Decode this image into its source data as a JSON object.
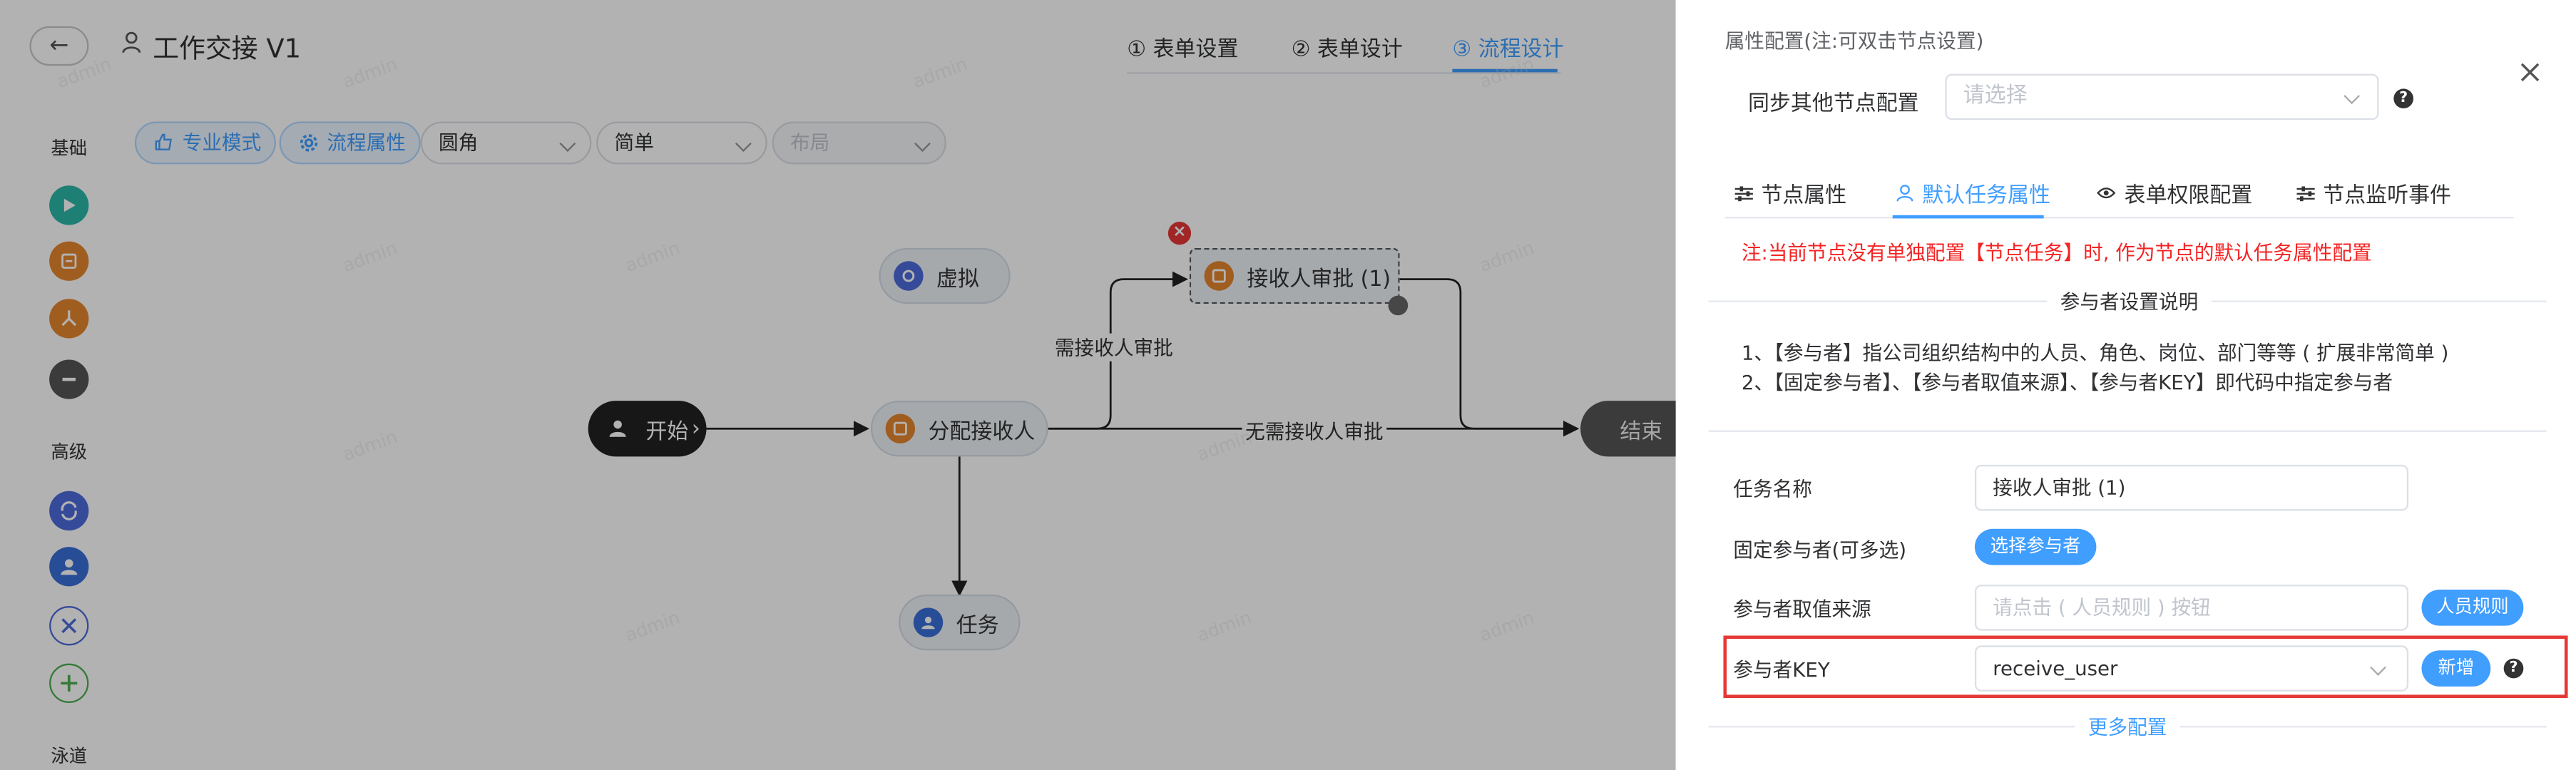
{
  "header": {
    "back_icon": "←",
    "title": "工作交接 V1",
    "steps": [
      {
        "label": "① 表单设置",
        "active": false
      },
      {
        "label": "② 表单设计",
        "active": false
      },
      {
        "label": "③ 流程设计",
        "active": true
      }
    ]
  },
  "palette": {
    "section_basic": "基础",
    "section_advanced": "高级",
    "section_lane": "泳道"
  },
  "toolbar": {
    "pro_mode": "专业模式",
    "flow_props": "流程属性",
    "edge_style": "圆角",
    "mode": "简单",
    "layout_placeholder": "布局"
  },
  "canvas": {
    "watermark": "admin",
    "nodes": {
      "start": "开始",
      "assign": "分配接收人",
      "virtual": "虚拟",
      "approve": "接收人审批 (1)",
      "task": "任务",
      "end": "结束"
    },
    "edges": {
      "need_approve": "需接收人审批",
      "no_approve": "无需接收人审批"
    }
  },
  "panel": {
    "heading": "属性配置(注:可双击节点设置)",
    "sync_label": "同步其他节点配置",
    "sync_placeholder": "请选择",
    "tabs": [
      "节点属性",
      "默认任务属性",
      "表单权限配置",
      "节点监听事件"
    ],
    "active_tab": 1,
    "note": "注:当前节点没有单独配置【节点任务】时, 作为节点的默认任务属性配置",
    "section_title": "参与者设置说明",
    "desc1": "1、【参与者】指公司组织结构中的人员、角色、岗位、部门等等 ( 扩展非常简单 )",
    "desc2": "2、【固定参与者】、【参与者取值来源】、【参与者KEY】即代码中指定参与者",
    "form": {
      "task_name_label": "任务名称",
      "task_name_value": "接收人审批 (1)",
      "fixed_label": "固定参与者(可多选)",
      "fixed_button": "选择参与者",
      "source_label": "参与者取值来源",
      "source_placeholder": "请点击 ( 人员规则 ) 按钮",
      "source_button": "人员规则",
      "key_label": "参与者KEY",
      "key_value": "receive_user",
      "key_button": "新增"
    },
    "more": "更多配置"
  },
  "colors": {
    "accent": "#409eff",
    "highlight_border": "#e53935",
    "note_red": "#f52323",
    "node_orange": "#e6862e",
    "node_teal": "#2cb7a8",
    "node_blue": "#4c6cdc"
  }
}
